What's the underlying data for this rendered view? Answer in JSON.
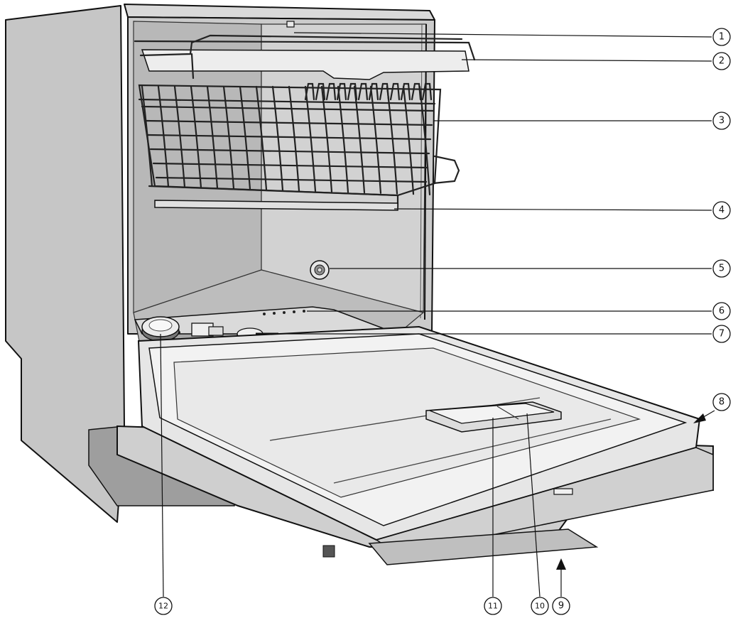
{
  "callouts": [
    {
      "id": "1",
      "label": "1"
    },
    {
      "id": "2",
      "label": "2"
    },
    {
      "id": "3",
      "label": "3"
    },
    {
      "id": "4",
      "label": "4"
    },
    {
      "id": "5",
      "label": "5"
    },
    {
      "id": "6",
      "label": "6"
    },
    {
      "id": "7",
      "label": "7"
    },
    {
      "id": "8",
      "label": "8"
    },
    {
      "id": "9",
      "label": "9"
    },
    {
      "id": "10",
      "label": "10"
    },
    {
      "id": "11",
      "label": "11"
    },
    {
      "id": "12",
      "label": "12"
    }
  ],
  "colors": {
    "outline": "#111111",
    "cabinet_side": "#c6c6c6",
    "cabinet_shadow": "#9e9e9e",
    "tub_back": "#cbcbcb",
    "tub_left": "#b8b8b8",
    "door_panel": "#e6e6e6",
    "door_front": "#d4d4d4",
    "rack_wire": "#222222"
  }
}
